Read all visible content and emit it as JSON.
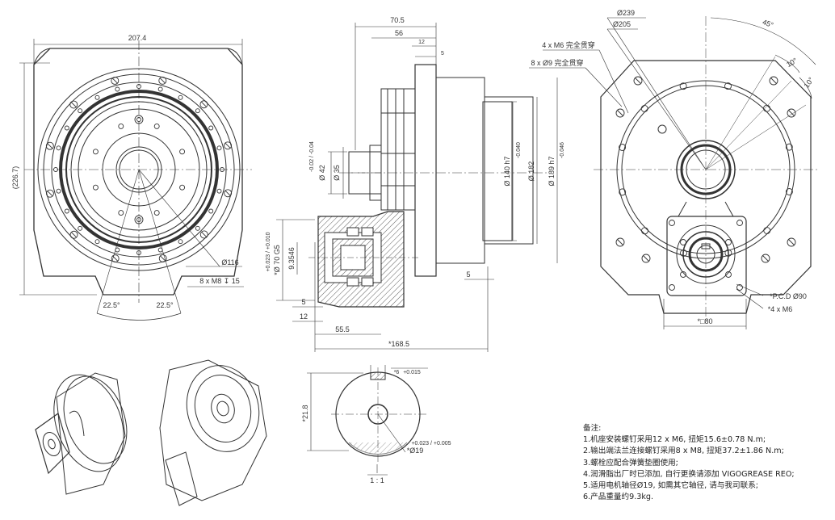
{
  "front_view": {
    "width": "207.4",
    "height": "(226.7)",
    "bolt_circle": "Ø116",
    "bolt_spec": "8 x M8 ↧ 15",
    "angle_left": "22.5°",
    "angle_right": "22.5°"
  },
  "side_view": {
    "dim_70_5": "70.5",
    "dim_56": "56",
    "dim_12": "12",
    "dim_5": "5",
    "shaft_dia": "Ø 42",
    "shaft_tol": "-0.02 / -0.04",
    "shaft_step": "Ø 35",
    "pilot": "Ø 140 h7",
    "pilot_tol": "-0.040",
    "body_dia": "Ø 182",
    "flange": "Ø 189 h7",
    "flange_tol": "-0.046",
    "bore": "*Ø 70 G5",
    "bore_tol": "+0.023 / +0.010",
    "dim_9_3546": "9.3546",
    "dim_5b": "5",
    "dim_12b": "12",
    "dim_55_5": "55.5",
    "dim_168_5": "*168.5",
    "dim_5c": "5"
  },
  "rear_view": {
    "dia_239": "Ø239",
    "dia_205": "Ø205",
    "holes_m6": "4 x M6 完全贯穿",
    "holes_9": "8 x Ø9 完全贯穿",
    "angle_45": "45°",
    "angle_10a": "10°",
    "angle_10b": "10°",
    "pcd": "*P.C.D Ø90",
    "motor_holes": "*4 x M6",
    "square": "*□80"
  },
  "detail_view": {
    "key_width": "*6",
    "key_tol": "+0.015",
    "key_height": "*21.8",
    "bore": "*Ø19",
    "bore_tol": "+0.023 / +0.005",
    "scale": "1 : 1"
  },
  "notes": {
    "title": "备注:",
    "lines": [
      "1.机座安装螺钉采用12 x M6, 扭矩15.6±0.78 N.m;",
      "2.输出端法兰连接螺钉采用8 x M8, 扭矩37.2±1.86 N.m;",
      "3.螺栓应配合弹簧垫圈使用;",
      "4.润滑脂出厂时已添加, 自行更换请添加 VIGOGREASE REO;",
      "5.适用电机轴径Ø19, 如需其它轴径, 请与我司联系;",
      "6.产品重量约9.3kg."
    ]
  }
}
